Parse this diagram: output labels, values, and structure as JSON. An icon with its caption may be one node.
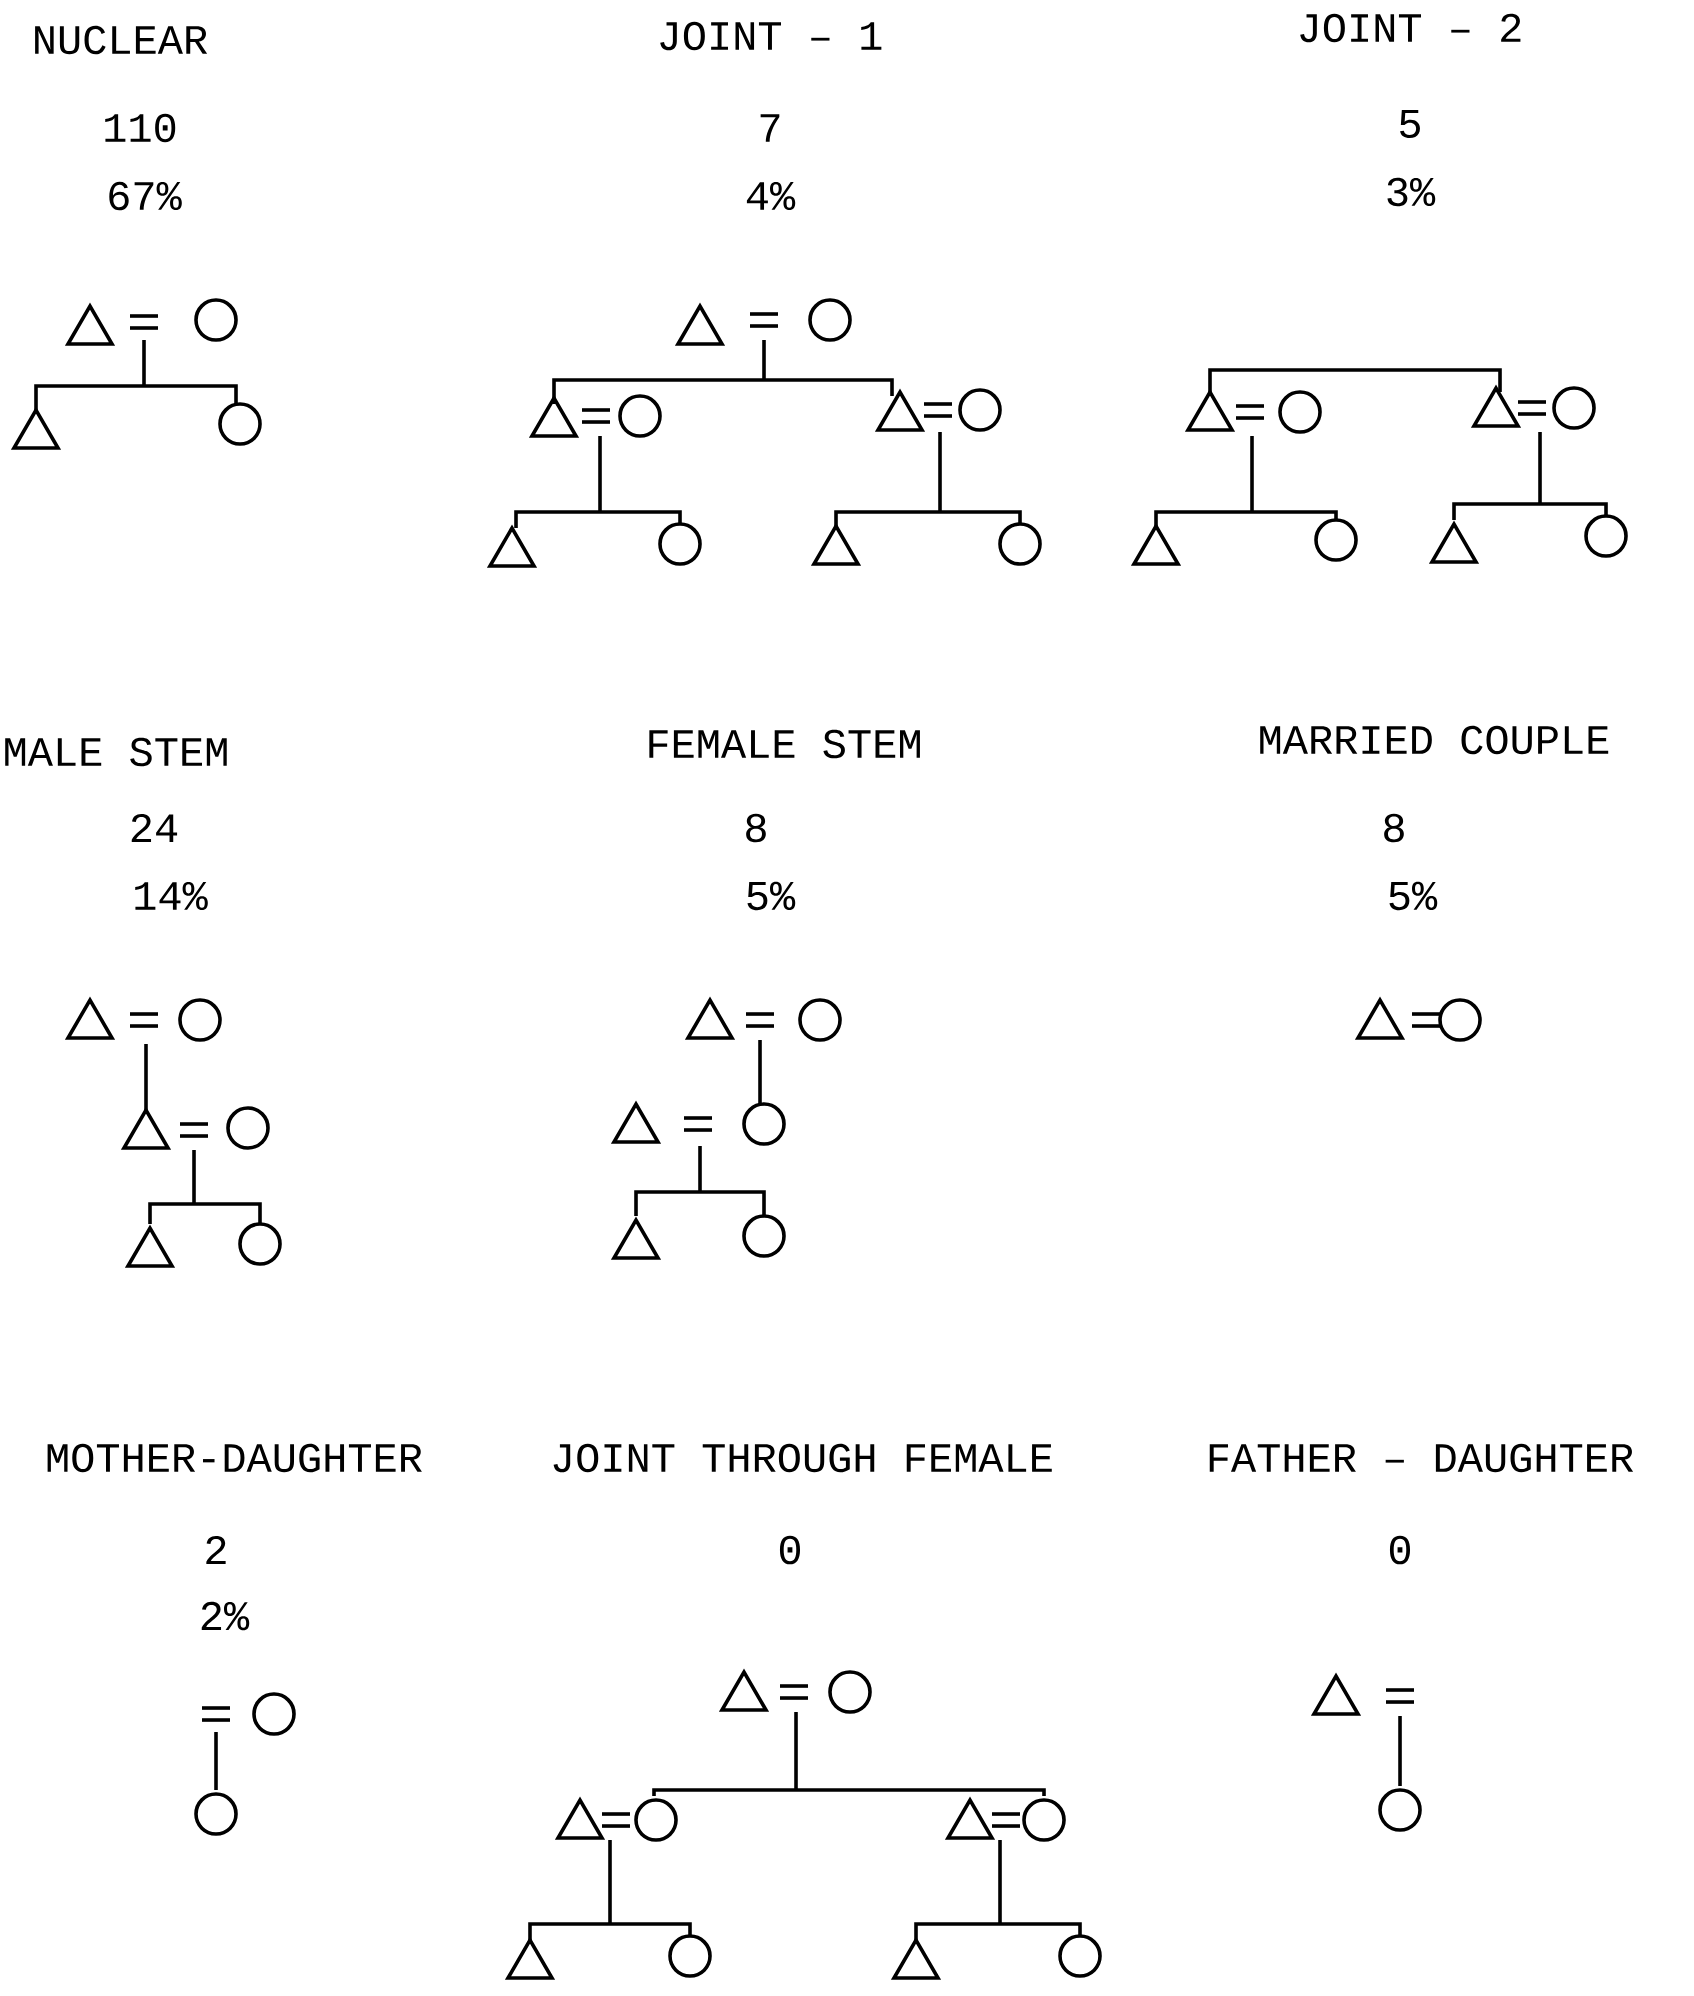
{
  "diagram": {
    "labels": [
      "NUCLEAR",
      "JOINT – 1",
      "JOINT – 2",
      "110",
      "7",
      "5",
      "67%",
      "4%",
      "3%",
      "MALE STEM",
      "FEMALE STEM",
      "MARRIED COUPLE",
      "24",
      "8",
      "8",
      "14%",
      "5%",
      "5%",
      "MOTHER-DAUGHTER",
      "JOINT THROUGH FEMALE",
      "FATHER – DAUGHTER",
      "2",
      "0",
      "0",
      "2%"
    ]
  }
}
